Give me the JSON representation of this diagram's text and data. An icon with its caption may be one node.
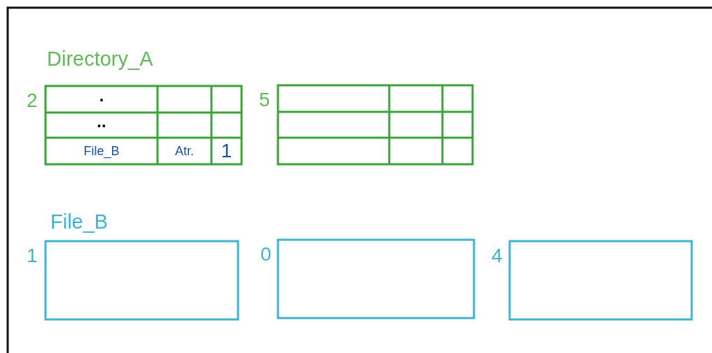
{
  "diagram": {
    "nodes": [
      {
        "text": [
          "Directory_A"
        ],
        "beside": [
          "2"
        ]
      },
      {
        "text": [],
        "shape": "box",
        "beside": [
          "5"
        ]
      },
      {
        "text": [
          "File_B"
        ],
        "beside": [
          "1"
        ]
      },
      {
        "text": [],
        "shape": "box",
        "beside": [
          "0"
        ]
      },
      {
        "text": [],
        "shape": "box",
        "beside": [
          "4"
        ]
      }
    ],
    "labels": [
      ".",
      "..",
      "File_B",
      "Atr.",
      "1"
    ]
  }
}
